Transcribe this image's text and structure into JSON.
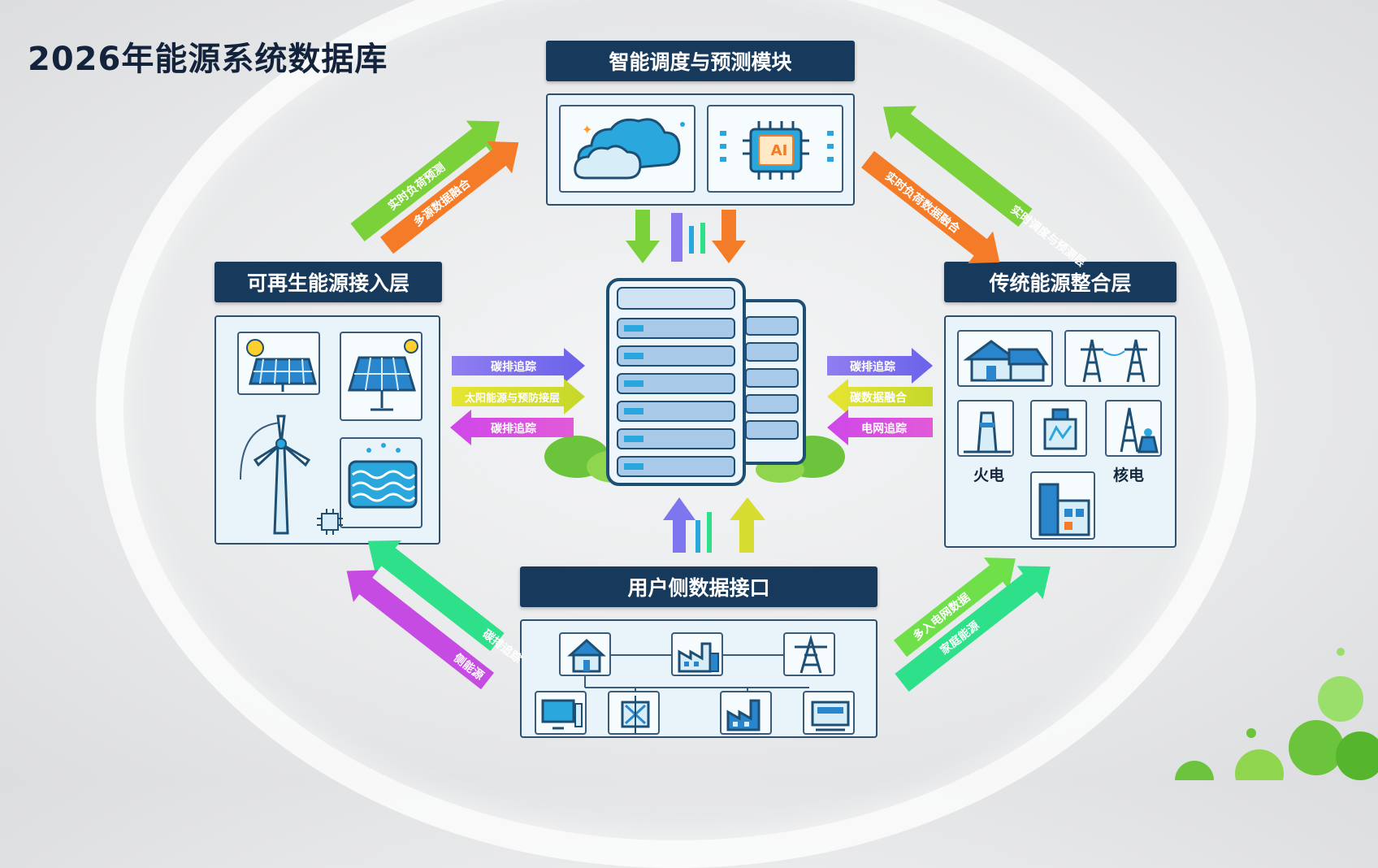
{
  "page": {
    "title": "2026年能源系统数据库"
  },
  "modules": {
    "top": {
      "title": "智能调度与预测模块"
    },
    "left": {
      "title": "可再生能源接入层"
    },
    "right": {
      "title": "传统能源整合层"
    },
    "bottom": {
      "title": "用户侧数据接口"
    }
  },
  "right_panel": {
    "label_thermal": "火电",
    "label_nuclear": "核电"
  },
  "top_chip": {
    "text": "AI"
  },
  "flows": {
    "left_side": [
      "碳排追踪",
      "太阳能源与预防接层",
      "碳排追踪"
    ],
    "right_side": [
      "碳排追踪",
      "碳数据融合",
      "电网追踪"
    ],
    "top_left": [
      "实时负荷预测",
      "多源数据融合"
    ],
    "top_right": [
      "实时调度与预测层",
      "实时负荷数据融合"
    ],
    "bottom_left": [
      "碳排追踪",
      "侧能源"
    ],
    "bottom_right": [
      "多入电网数据",
      "家庭能源"
    ]
  },
  "colors": {
    "navy": "#173a5c",
    "green": "#7bd13a",
    "orange": "#f47b27",
    "purple": "#a557e8",
    "blue_purple": "#7d76ee",
    "yellow": "#d7dd30",
    "magenta": "#d34ae6",
    "teal_green": "#2ee08a",
    "server_blue": "#a8c9e8"
  },
  "icons": [
    "cloud-icon",
    "ai-chip-icon",
    "solar-panel-icon",
    "wind-turbine-icon",
    "hydro-wave-icon",
    "building-icon",
    "power-tower-icon",
    "power-plant-icon",
    "nuclear-icon",
    "factory-icon",
    "house-icon",
    "monitor-icon",
    "server-icon"
  ]
}
